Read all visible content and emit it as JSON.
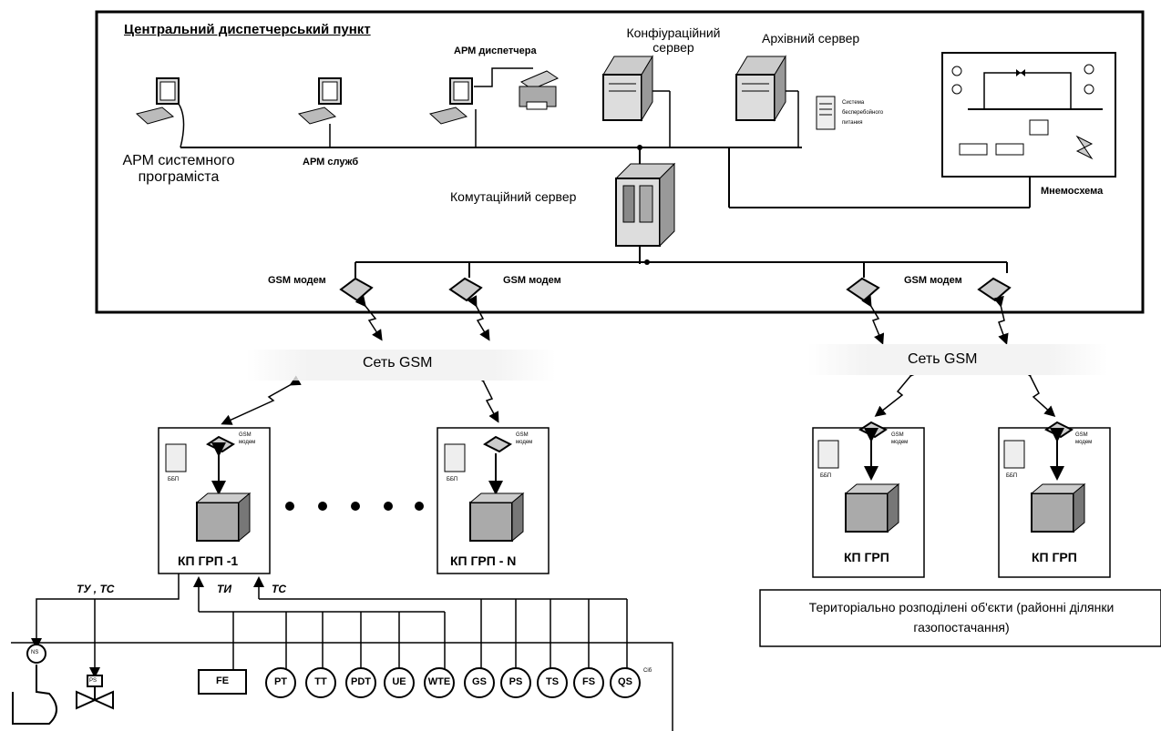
{
  "control_center": {
    "title": "Центральний диспетчерський пункт",
    "arm_programmer": "АРМ системного\nпрограміста",
    "arm_services": "АРМ служб",
    "arm_dispatcher": "АРМ диспетчера",
    "config_server": "Конфіураційний\nсервер",
    "archive_server": "Архівний сервер",
    "ups_system": "Система\nбесперебойного\nпитания",
    "switch_server": "Комутаційний сервер",
    "mnemo": "Мнемосхема",
    "gsm_modem_1": "GSM модем",
    "gsm_modem_2": "GSM модем",
    "gsm_modem_3": "GSM модем"
  },
  "networks": {
    "left": "Сеть GSM",
    "right": "Сеть GSM"
  },
  "stations": [
    {
      "name": "КП ГРП -1",
      "modem": "GSM\nмодем",
      "ups": "ББП"
    },
    {
      "name": "КП ГРП - N",
      "modem": "GSM\nмодем",
      "ups": "ББП"
    },
    {
      "name": "КП ГРП",
      "modem": "GSM\nмодем",
      "ups": "ББП"
    },
    {
      "name": "КП ГРП",
      "modem": "GSM\nмодем",
      "ups": "ББП"
    }
  ],
  "signals": {
    "tu_ts": "ТУ , ТС",
    "ti": "ТИ",
    "ts": "ТС"
  },
  "instruments": [
    "FE",
    "PT",
    "TT",
    "PDT",
    "UE",
    "WTE",
    "GS",
    "PS",
    "TS",
    "FS",
    "QS"
  ],
  "actuators": {
    "pump": "NS",
    "valve": "PS",
    "cable": "Сіб"
  },
  "territory_note": "Територіально розподілені об'єкти (районні ділянки газопостачання)"
}
